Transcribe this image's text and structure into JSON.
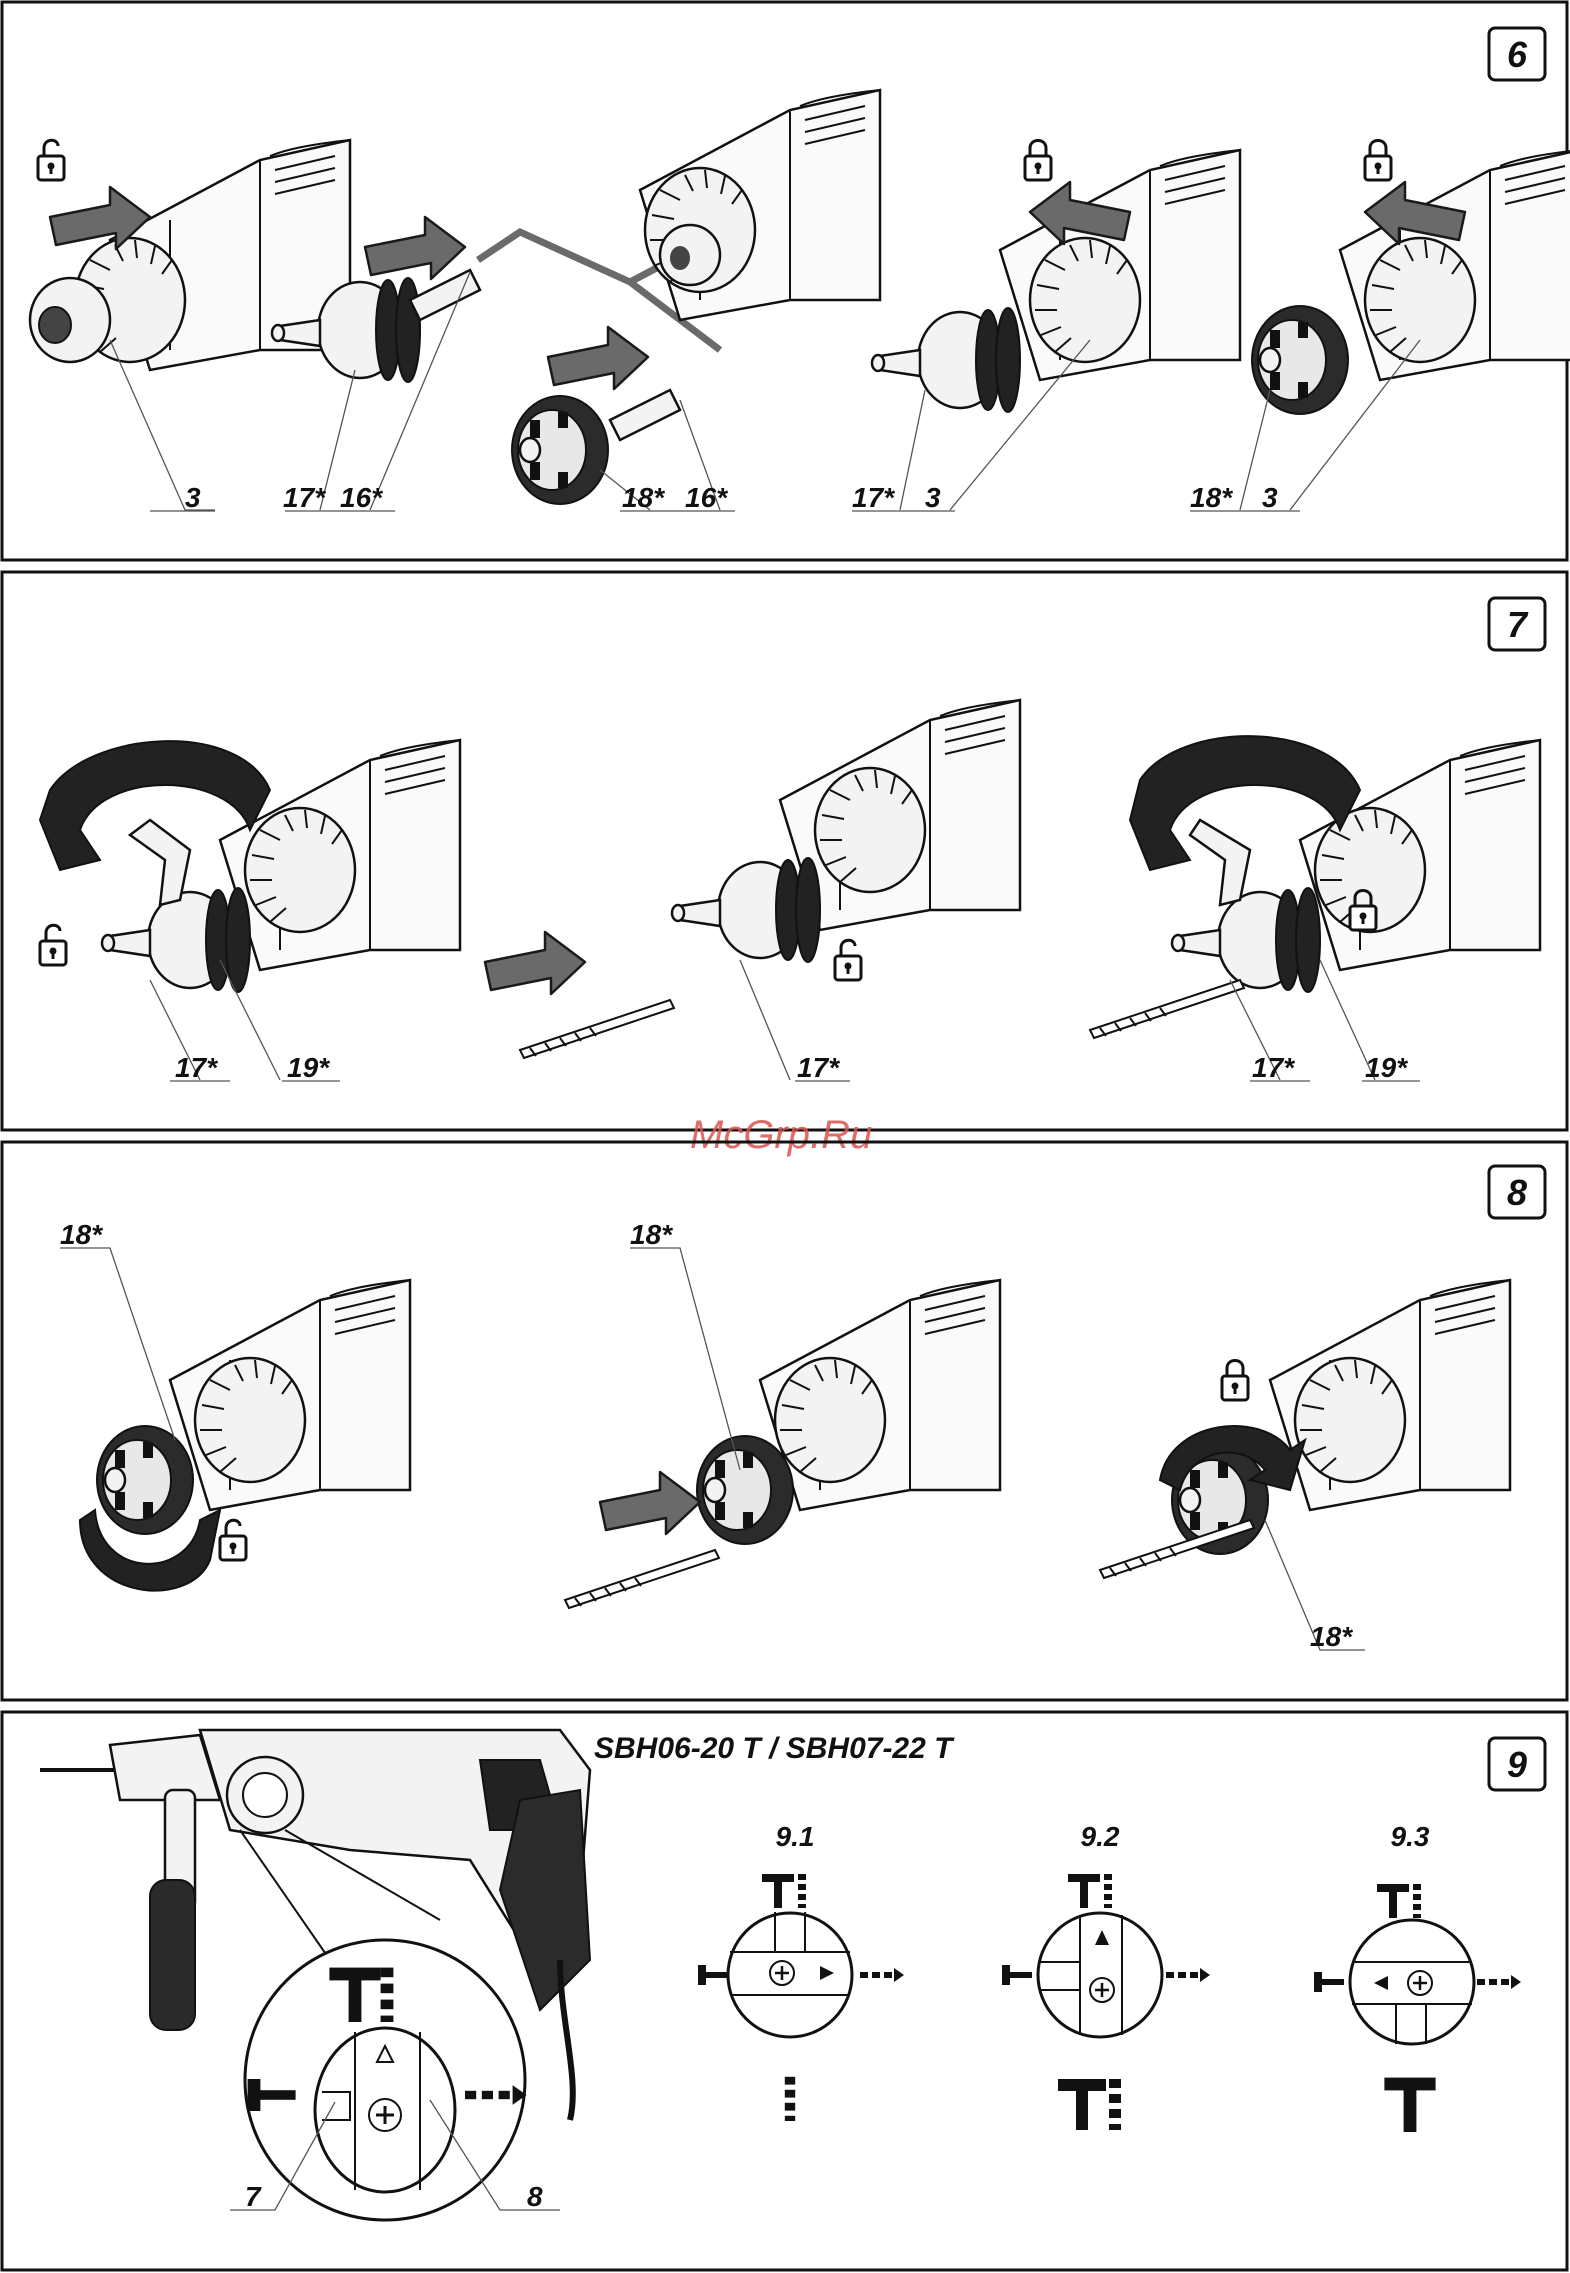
{
  "watermark": "McGrp.Ru",
  "panels": [
    {
      "number": "6",
      "labels": [
        "3",
        "17*",
        "16*",
        "18*",
        "16*",
        "17*",
        "3",
        "18*",
        "3"
      ]
    },
    {
      "number": "7",
      "labels": [
        "17*",
        "19*",
        "17*",
        "17*",
        "19*"
      ]
    },
    {
      "number": "8",
      "labels": [
        "18*",
        "18*",
        "18*"
      ]
    },
    {
      "number": "9",
      "model": "SBH06-20 T / SBH07-22 T",
      "sub_figures": [
        "9.1",
        "9.2",
        "9.3"
      ],
      "labels": [
        "7",
        "8"
      ]
    }
  ],
  "icons": [
    "unlocked-padlock-icon",
    "locked-padlock-icon",
    "push-arrow-icon",
    "rotation-arrow-icon",
    "hammer-mode-icon",
    "drill-mode-icon",
    "hammer-drill-mode-icon"
  ]
}
